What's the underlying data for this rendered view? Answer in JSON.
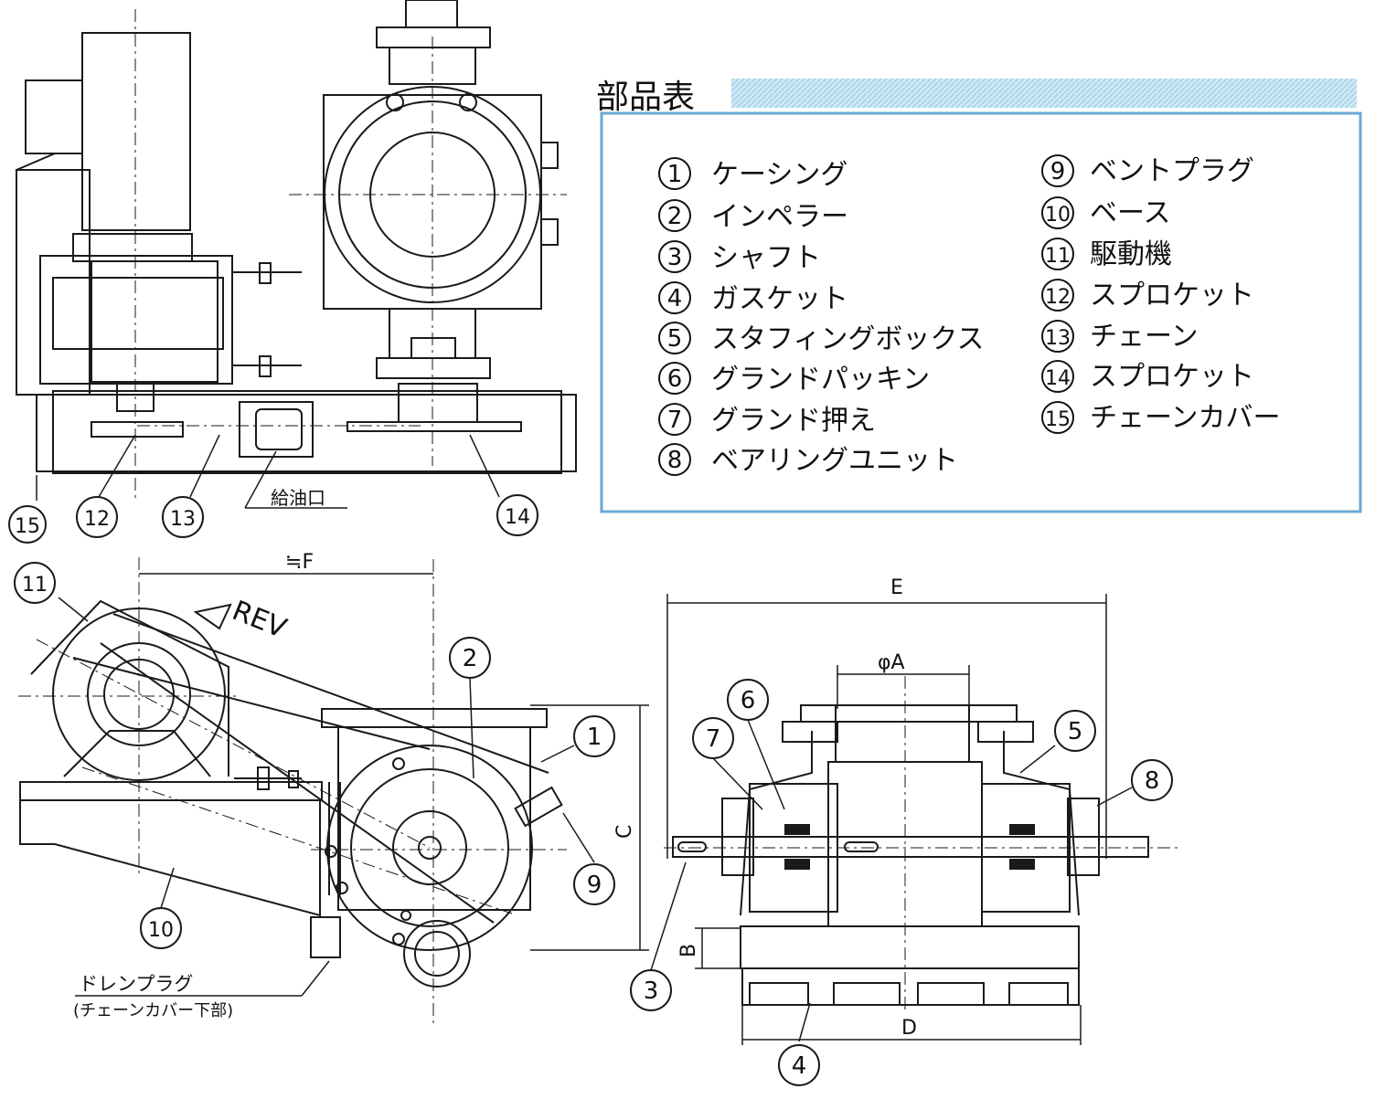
{
  "parts_table": {
    "title": "部品表",
    "items": [
      {
        "num": "1",
        "label": "ケーシング"
      },
      {
        "num": "2",
        "label": "インペラー"
      },
      {
        "num": "3",
        "label": "シャフト"
      },
      {
        "num": "4",
        "label": "ガスケット"
      },
      {
        "num": "5",
        "label": "スタフィングボックス"
      },
      {
        "num": "6",
        "label": "グランドパッキン"
      },
      {
        "num": "7",
        "label": "グランド押え"
      },
      {
        "num": "8",
        "label": "ベアリングユニット"
      },
      {
        "num": "9",
        "label": "ベントプラグ"
      },
      {
        "num": "10",
        "label": "ベース"
      },
      {
        "num": "11",
        "label": "駆動機"
      },
      {
        "num": "12",
        "label": "スプロケット"
      },
      {
        "num": "13",
        "label": "チェーン"
      },
      {
        "num": "14",
        "label": "スプロケット"
      },
      {
        "num": "15",
        "label": "チェーンカバー"
      }
    ]
  },
  "annotations": {
    "oil_port": "給油口",
    "drain_plug": "ドレンプラグ",
    "drain_plug_note": "(チェーンカバー下部)",
    "rotation": "REV",
    "dim_f": "≒F",
    "dim_e": "E",
    "dim_a": "φA",
    "dim_c": "C",
    "dim_b": "B",
    "dim_d": "D"
  },
  "callouts": [
    "1",
    "2",
    "3",
    "4",
    "5",
    "6",
    "7",
    "8",
    "9",
    "10",
    "11",
    "12",
    "13",
    "14",
    "15"
  ],
  "colors": {
    "line": "#1a1a1a",
    "table_border": "#6aa9d6",
    "title_bar": "#a9d8ec"
  }
}
